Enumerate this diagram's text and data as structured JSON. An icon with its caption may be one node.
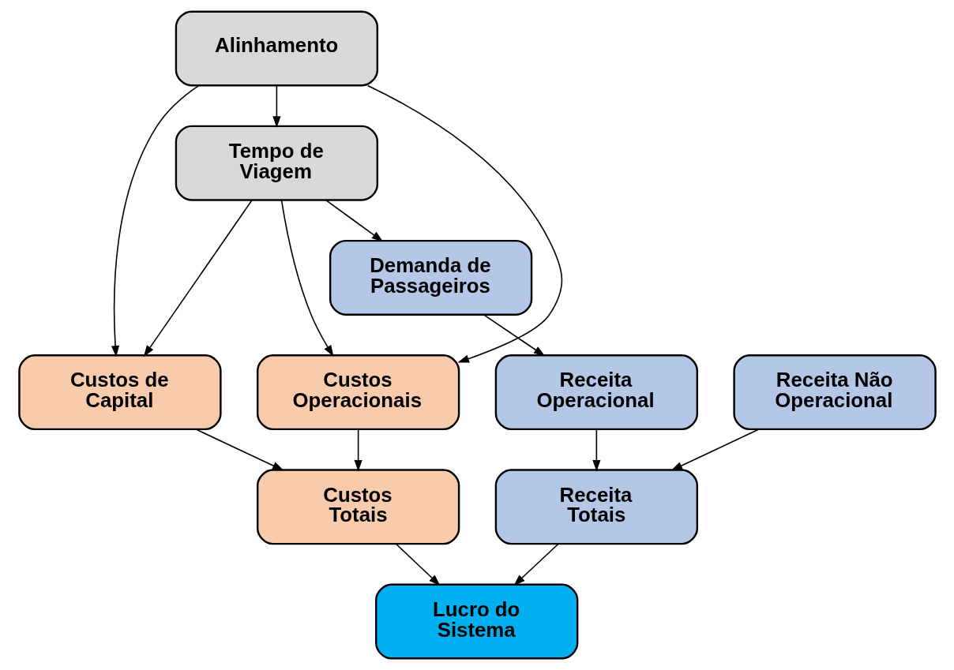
{
  "diagram": {
    "nodes": [
      {
        "text": [
          "Alinhamento"
        ]
      },
      {
        "text": [
          "Tempo de Viagem"
        ]
      },
      {
        "text": [
          "Demanda de Passageiros"
        ]
      },
      {
        "text": [
          "Custos de Capital"
        ]
      },
      {
        "text": [
          "Custos Operacionais"
        ]
      },
      {
        "text": [
          "Receita Operacional"
        ]
      },
      {
        "text": [
          "Receita Não Operacional"
        ]
      },
      {
        "text": [
          "Custos Totais"
        ]
      },
      {
        "text": [
          "Receita Totais"
        ]
      },
      {
        "text": [
          "Lucro do Sistema"
        ]
      }
    ],
    "edges": [
      {
        "from": 0,
        "to": 1,
        "arrow": "to"
      },
      {
        "from": 0,
        "to": 3,
        "arrow": "to"
      },
      {
        "from": 0,
        "to": 4,
        "arrow": "to"
      },
      {
        "from": 1,
        "to": 3,
        "arrow": "to"
      },
      {
        "from": 1,
        "to": 4,
        "arrow": "to"
      },
      {
        "from": 1,
        "to": 2,
        "arrow": "to"
      },
      {
        "from": 2,
        "to": 5,
        "arrow": "to"
      },
      {
        "from": 3,
        "to": 7,
        "arrow": "to"
      },
      {
        "from": 4,
        "to": 7,
        "arrow": "to"
      },
      {
        "from": 5,
        "to": 8,
        "arrow": "to"
      },
      {
        "from": 6,
        "to": 8,
        "arrow": "to"
      },
      {
        "from": 7,
        "to": 9,
        "arrow": "to"
      },
      {
        "from": 8,
        "to": 9,
        "arrow": "to"
      }
    ]
  }
}
